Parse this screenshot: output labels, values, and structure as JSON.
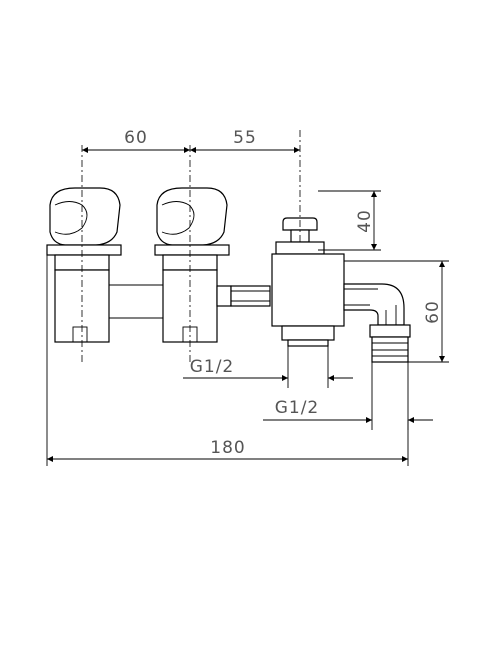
{
  "dimensions": {
    "spacing_left": "60",
    "spacing_right": "55",
    "height_top": "40",
    "height_right": "60",
    "thread_center": "G1/2",
    "thread_right": "G1/2",
    "overall_width": "180"
  }
}
